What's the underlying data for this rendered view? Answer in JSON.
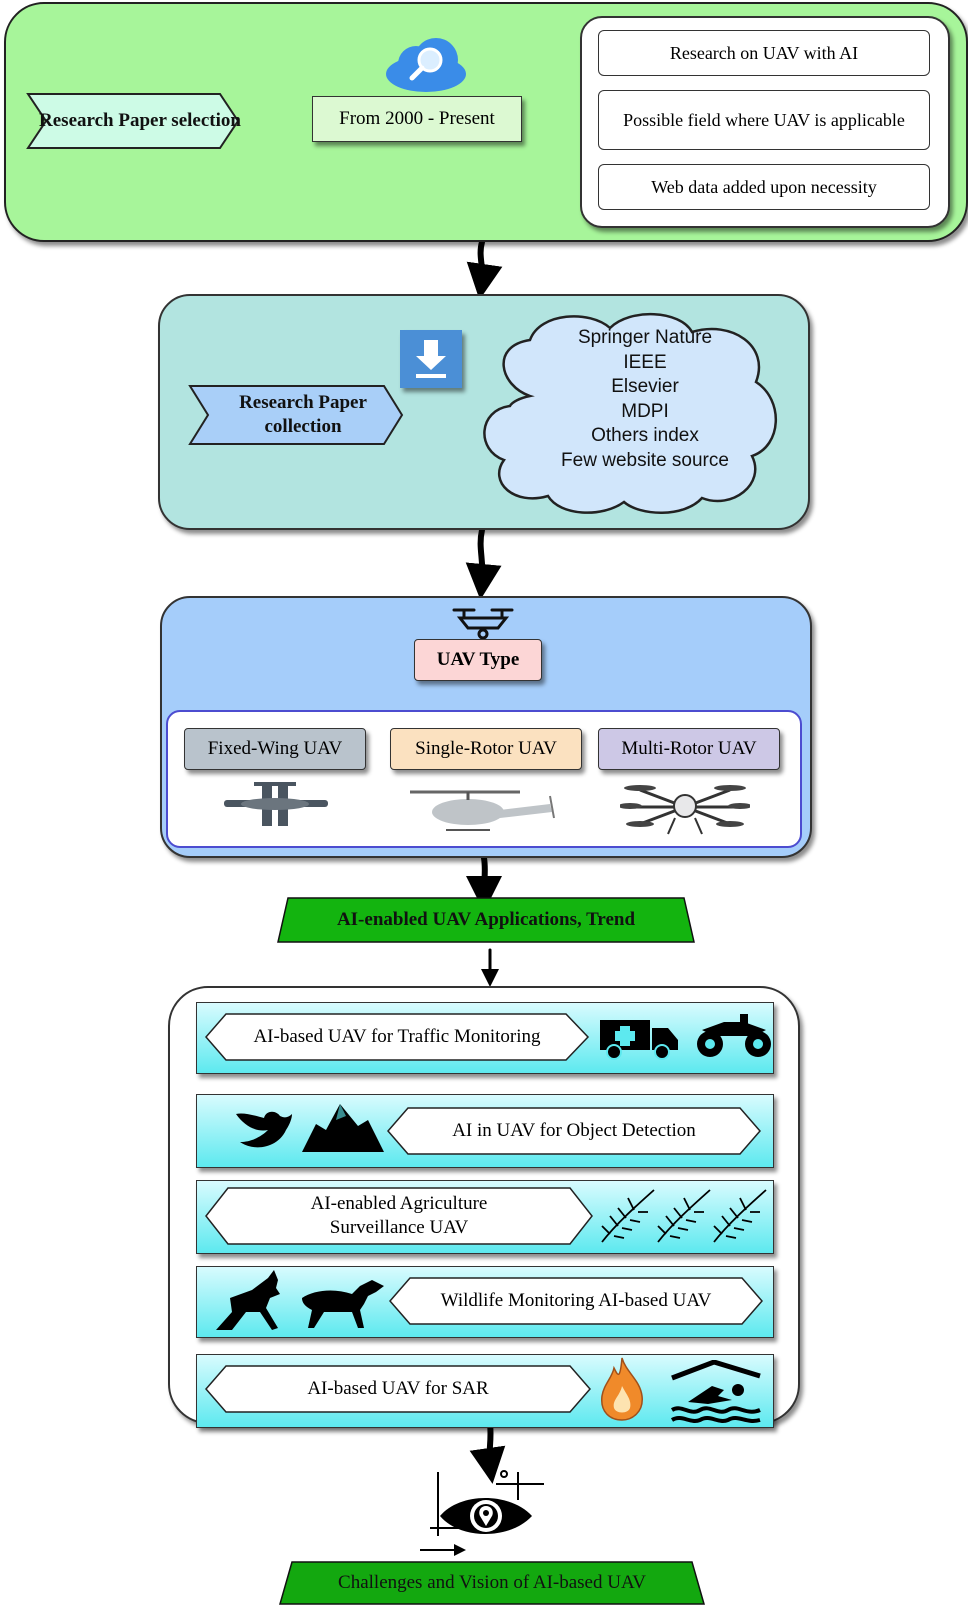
{
  "selection": {
    "chevron_label": "Research Paper selection",
    "period": "From 2000 - Present",
    "criteria": [
      "Research on UAV with AI",
      "Possible field where UAV is applicable",
      "Web data added upon necessity"
    ]
  },
  "collection": {
    "chevron_label": "Research Paper collection",
    "sources": [
      "Springer Nature",
      "IEEE",
      "Elsevier",
      "MDPI",
      "Others index",
      "Few website source"
    ]
  },
  "uav": {
    "type_label": "UAV Type",
    "types": [
      "Fixed-Wing UAV",
      "Single-Rotor UAV",
      "Multi-Rotor UAV"
    ]
  },
  "trend": {
    "label": "AI-enabled UAV Applications, Trend"
  },
  "applications": [
    "AI-based UAV for Traffic Monitoring",
    "AI in UAV for Object Detection",
    "AI-enabled Agriculture Surveillance UAV",
    "Wildlife Monitoring AI-based UAV",
    "AI-based UAV for SAR"
  ],
  "conclusion": {
    "label": "Challenges and Vision of AI-based UAV"
  },
  "colors": {
    "selection_bg": "#a7f59a",
    "collection_bg": "#b2e4e0",
    "uav_bg": "#a5cdfa",
    "banner_green": "#13b40f",
    "app_row": "#5de9ef"
  }
}
